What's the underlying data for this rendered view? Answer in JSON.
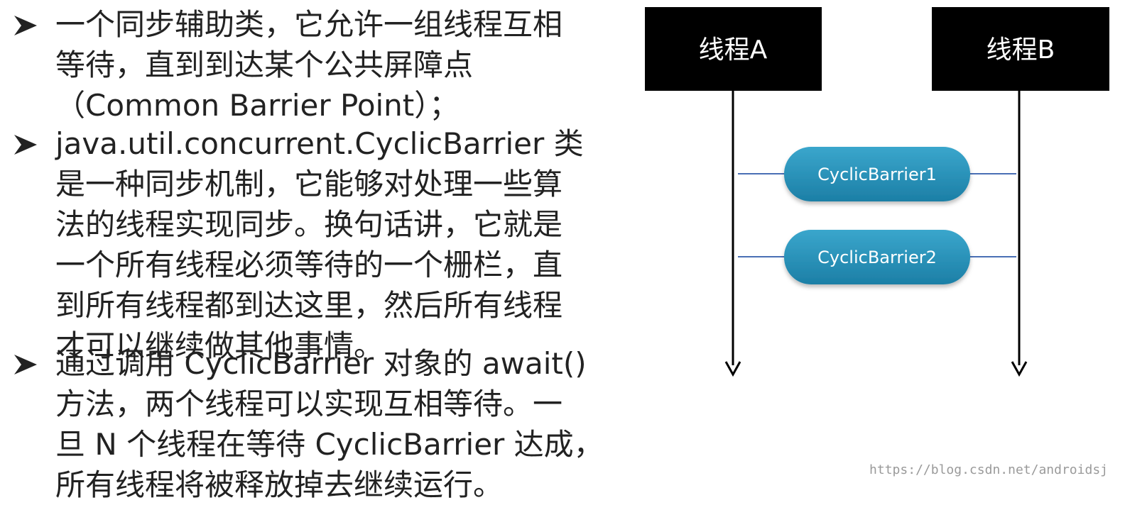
{
  "bullets": [
    {
      "text": "一个同步辅助类，它允许一组线程互相\n等待，直到到达某个公共屏障点\n（Common Barrier Point）；"
    },
    {
      "text": "java.util.concurrent.CyclicBarrier 类\n是一种同步机制，它能够对处理一些算\n法的线程实现同步。换句话讲，它就是\n一个所有线程必须等待的一个栅栏，直\n到所有线程都到达这里，然后所有线程\n才可以继续做其他事情。"
    },
    {
      "text": "通过调用 CyclicBarrier 对象的 await()\n方法，两个线程可以实现互相等待。一\n旦 N 个线程在等待 CyclicBarrier 达成，\n所有线程将被释放掉去继续运行。"
    }
  ],
  "diagram": {
    "threads": [
      {
        "label": "线程A"
      },
      {
        "label": "线程B"
      }
    ],
    "barriers": [
      {
        "label": "CyclicBarrier1"
      },
      {
        "label": "CyclicBarrier2"
      }
    ],
    "colors": {
      "thread_box": "#000000",
      "thread_text": "#ffffff",
      "barrier_fill_top": "#3aa6cc",
      "barrier_fill_bottom": "#1c7fa6",
      "barrier_text": "#ffffff",
      "connector": "#4a6fb5",
      "arrow": "#000000"
    }
  },
  "watermark": "https://blog.csdn.net/androidsj"
}
